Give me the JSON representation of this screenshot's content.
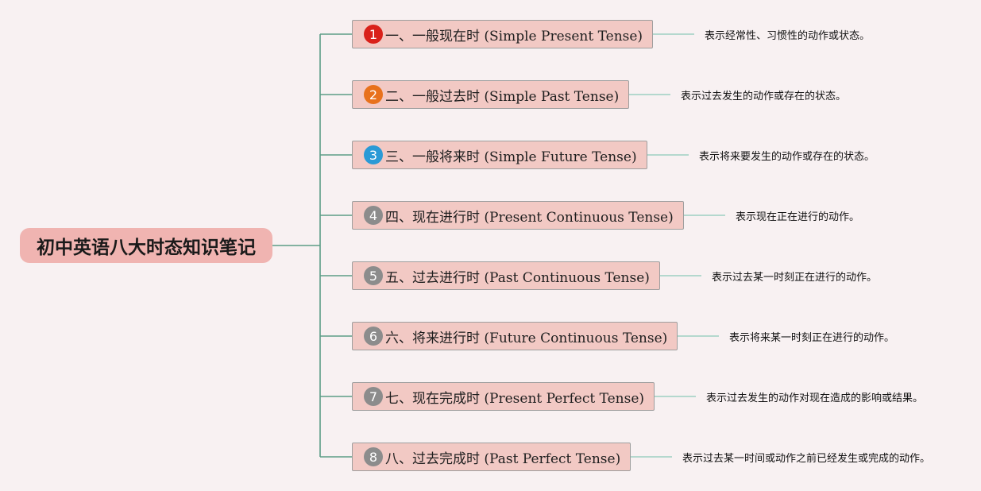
{
  "root": {
    "label": "初中英语八大时态知识笔记"
  },
  "colors": {
    "background": "#f8f1f2",
    "root_fill": "#f0b4b1",
    "node_fill": "#f2c9c4",
    "node_border": "#9e9e9e",
    "connector": "#5c9e86",
    "desc_connector": "#9ecfc2"
  },
  "branches": [
    {
      "number": "1",
      "badge_color": "#d9211a",
      "label": "一、一般现在时 (Simple Present Tense)",
      "description": "表示经常性、习惯性的动作或状态。"
    },
    {
      "number": "2",
      "badge_color": "#e8711c",
      "label": "二、一般过去时 (Simple Past Tense)",
      "description": "表示过去发生的动作或存在的状态。"
    },
    {
      "number": "3",
      "badge_color": "#2a9ad6",
      "label": "三、一般将来时 (Simple Future Tense)",
      "description": "表示将来要发生的动作或存在的状态。"
    },
    {
      "number": "4",
      "badge_color": "#8c8c8c",
      "label": "四、现在进行时 (Present Continuous Tense)",
      "description": "表示现在正在进行的动作。"
    },
    {
      "number": "5",
      "badge_color": "#8c8c8c",
      "label": "五、过去进行时 (Past Continuous Tense)",
      "description": "表示过去某一时刻正在进行的动作。"
    },
    {
      "number": "6",
      "badge_color": "#8c8c8c",
      "label": "六、将来进行时 (Future Continuous Tense)",
      "description": "表示将来某一时刻正在进行的动作。"
    },
    {
      "number": "7",
      "badge_color": "#8c8c8c",
      "label": "七、现在完成时 (Present Perfect Tense)",
      "description": "表示过去发生的动作对现在造成的影响或结果。"
    },
    {
      "number": "8",
      "badge_color": "#8c8c8c",
      "label": "八、过去完成时 (Past Perfect Tense)",
      "description": "表示过去某一时间或动作之前已经发生或完成的动作。"
    }
  ]
}
